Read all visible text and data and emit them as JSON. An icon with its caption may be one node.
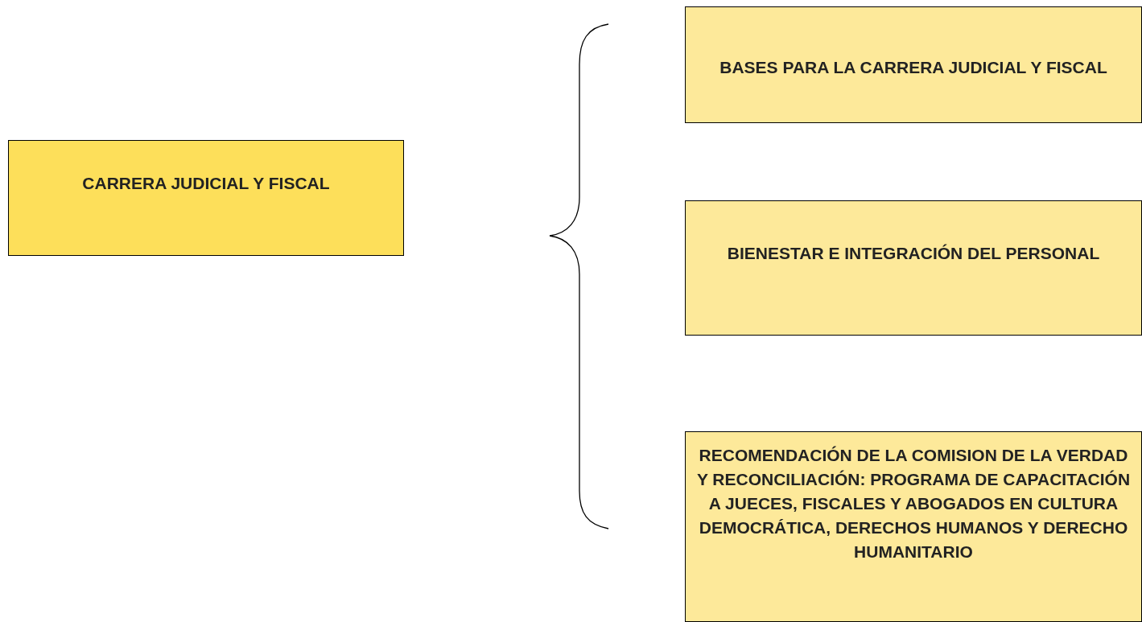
{
  "diagram": {
    "nodes": [
      {
        "text": [
          "CARRERA JUDICIAL Y FISCAL"
        ]
      },
      {
        "text": [
          "BASES PARA LA CARRERA JUDICIAL Y FISCAL"
        ]
      },
      {
        "text": [
          "BIENESTAR E INTEGRACIÓN DEL PERSONAL"
        ]
      },
      {
        "text": [
          "RECOMENDACIÓN DE LA COMISION DE LA VERDAD Y RECONCILIACIÓN: PROGRAMA DE CAPACITACIÓN A JUECES, FISCALES Y ABOGADOS EN CULTURA DEMOCRÁTICA, DERECHOS HUMANOS Y DERECHO HUMANITARIO"
        ]
      }
    ]
  }
}
